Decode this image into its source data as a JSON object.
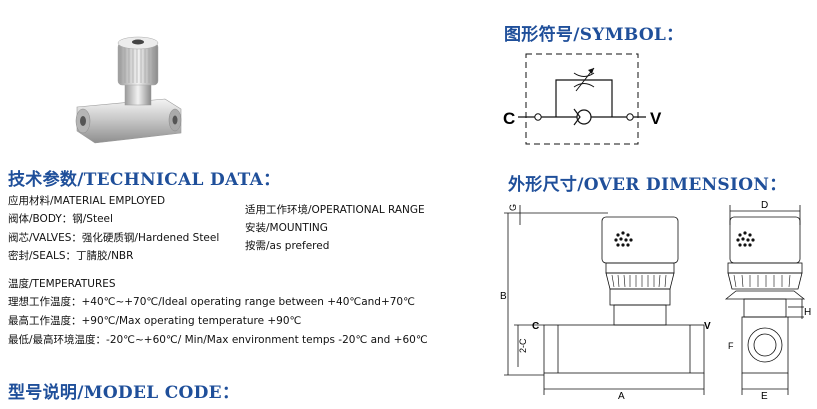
{
  "headings": {
    "symbol": "图形符号/SYMBOL：",
    "technical": "技术参数/TECHNICAL DATA：",
    "dimension": "外形尺寸/OVER DIMENSION：",
    "model": "型号说明/MODEL CODE："
  },
  "tech": {
    "material": "应用材料/MATERIAL EMPLOYED",
    "body": "阀体/BODY：钢/Steel",
    "valves": "阀芯/VALVES：强化硬质钢/Hardened Steel",
    "seals": "密封/SEALS：丁腈胶/NBR",
    "operational": "适用工作环境/OPERATIONAL RANGE",
    "mounting": "安装/MOUNTING",
    "as_prefered": "按需/as prefered",
    "temperatures": "温度/TEMPERATURES",
    "ideal": "理想工作温度：+40℃~+70℃/Ideal operating range between +40℃and+70℃",
    "max_op": "最高工作温度：+90℃/Max operating temperature +90℃",
    "env": "最低/最高环境温度：-20℃~+60℃/ Min/Max environment temps -20℃ and +60℃"
  },
  "symbol": {
    "port_c": "C",
    "port_v": "V"
  },
  "dimension": {
    "labels": {
      "g": "G",
      "b": "B",
      "c2c": "2-C",
      "c": "C",
      "v": "V",
      "a": "A",
      "d": "D",
      "h": "H",
      "f": "F",
      "e": "E"
    }
  },
  "colors": {
    "heading": "#1f4f9a",
    "background": "#ffffff"
  }
}
